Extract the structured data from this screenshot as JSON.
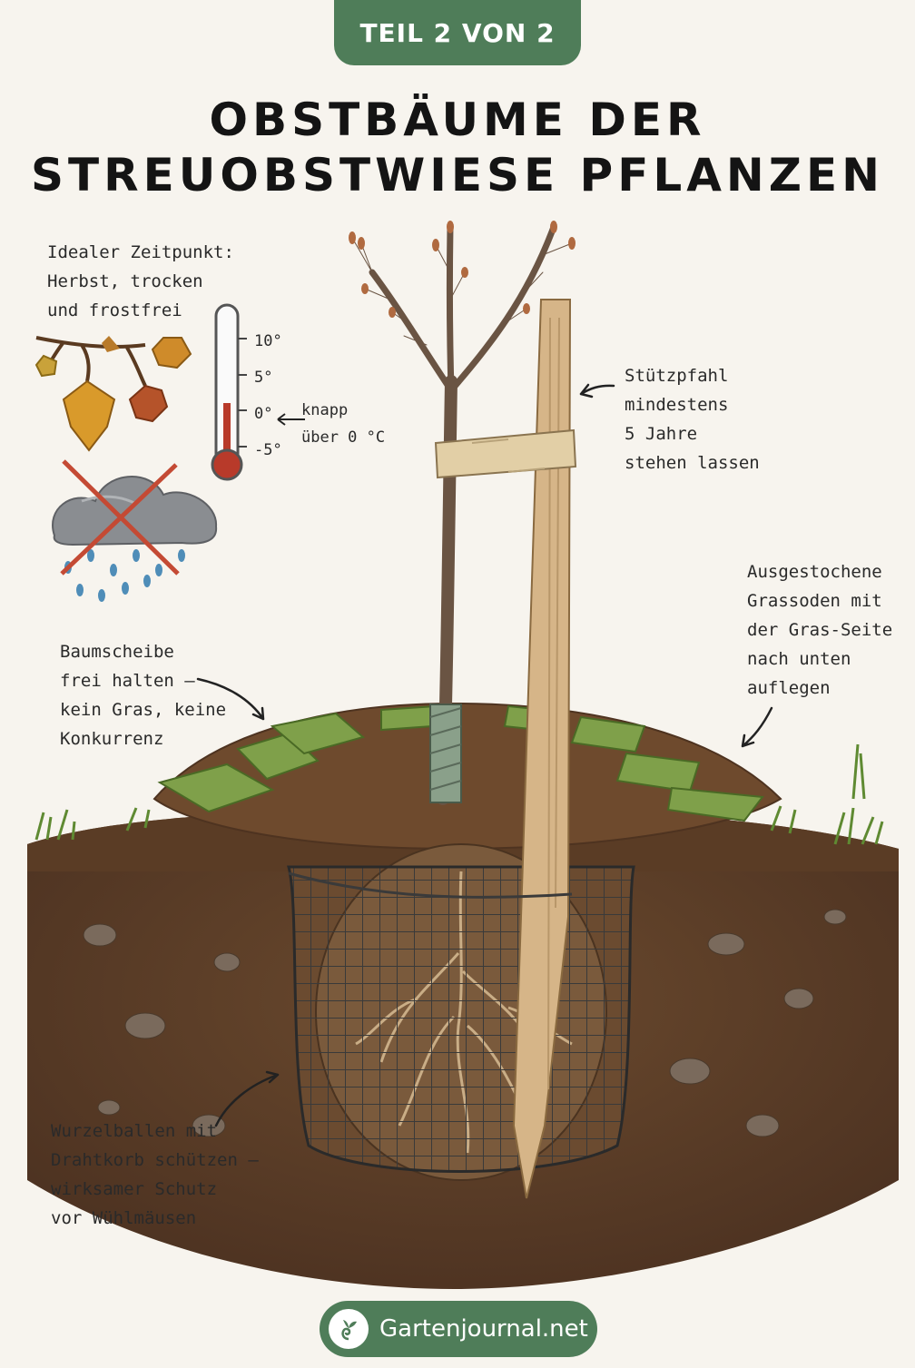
{
  "header": {
    "badge": "TEIL 2 VON 2",
    "title_line1": "OBSTBÄUME DER",
    "title_line2": "STREUOBSTWIESE PFLANZEN"
  },
  "timing_note": {
    "lines": [
      "Idealer Zeitpunkt:",
      "Herbst, trocken",
      "und frostfrei"
    ]
  },
  "thermometer": {
    "ticks": [
      "10°",
      "5°",
      "0°",
      "-5°"
    ],
    "note_lines": [
      "knapp",
      "über 0 °C"
    ]
  },
  "stake_note": {
    "lines": [
      "Stützpfahl",
      "mindestens",
      "5 Jahre",
      "stehen lassen"
    ]
  },
  "sod_note": {
    "lines": [
      "Ausgestochene",
      "Grassoden mit",
      "der Gras-Seite",
      "nach unten",
      "auflegen"
    ]
  },
  "disc_note": {
    "lines": [
      "Baumscheibe",
      "frei halten –",
      "kein Gras, keine",
      "Konkurrenz"
    ]
  },
  "root_note": {
    "lines": [
      "Wurzelballen mit",
      "Drahtkorb schützen –",
      "wirksamer Schutz",
      "vor Wühlmäusen"
    ]
  },
  "footer": {
    "brand": "Gartenjournal.net",
    "logo_icon": "sprout-logo-icon"
  },
  "colors": {
    "accent_green": "#4f7d59",
    "title": "#141414",
    "background": "#f7f4ee"
  }
}
